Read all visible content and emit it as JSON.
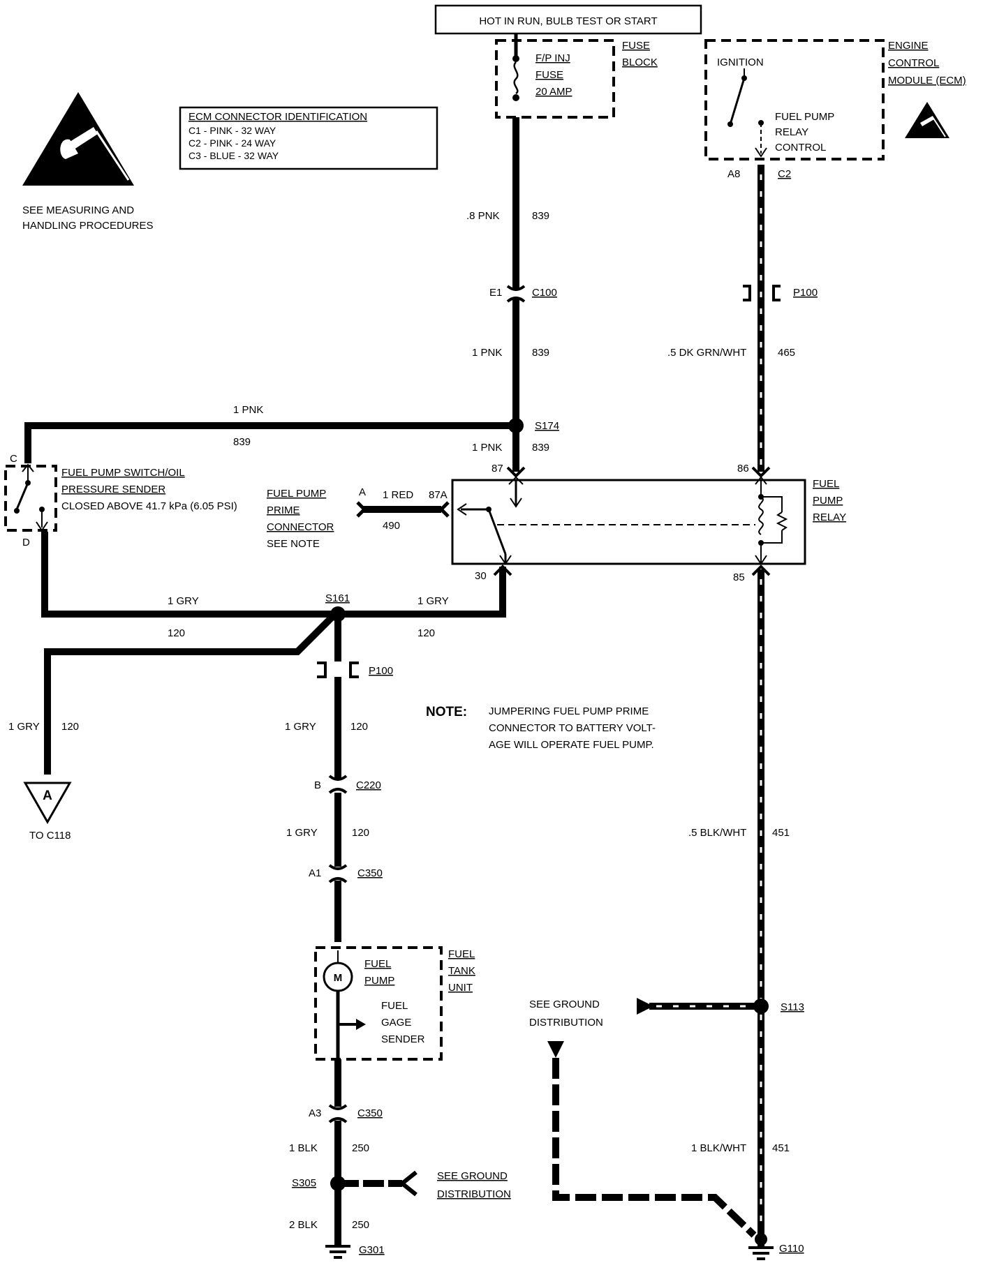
{
  "header": {
    "power_label": "HOT IN RUN, BULB TEST OR START"
  },
  "fuse_block": {
    "fuse_name_1": "F/P INJ",
    "fuse_name_2": "FUSE",
    "fuse_rating": "20 AMP",
    "block_label_1": "FUSE",
    "block_label_2": "BLOCK"
  },
  "ecm": {
    "label_1": "ENGINE",
    "label_2": "CONTROL",
    "label_3": "MODULE (ECM)",
    "ignition": "IGNITION",
    "relay_ctrl_1": "FUEL PUMP",
    "relay_ctrl_2": "RELAY",
    "relay_ctrl_3": "CONTROL",
    "pin": "A8",
    "connector": "C2"
  },
  "ecm_connector_id": {
    "title": "ECM CONNECTOR IDENTIFICATION",
    "rows": [
      "C1 - PINK - 32 WAY",
      "C2 - PINK - 24 WAY",
      "C3 - BLUE - 32 WAY"
    ]
  },
  "esd_note": {
    "line_1": "SEE MEASURING AND",
    "line_2": "HANDLING PROCEDURES"
  },
  "wires": {
    "w_839_a_gauge": ".8 PNK",
    "w_839_a_circ": "839",
    "c100_pin": "E1",
    "c100": "C100",
    "w_839_b_gauge": "1 PNK",
    "w_839_b_circ": "839",
    "w_839_c_gauge": "1 PNK",
    "w_839_c_circ": "839",
    "s174": "S174",
    "w_839_d_gauge": "1 PNK",
    "w_839_d_circ": "839",
    "p100_top": "P100",
    "w_465_gauge": ".5 DK GRN/WHT",
    "w_465_circ": "465",
    "w_490_gauge": "1 RED",
    "w_490_circ": "490",
    "prime_pin": "A",
    "w_120_a_gauge": "1 GRY",
    "w_120_a_circ": "120",
    "w_120_b_gauge": "1 GRY",
    "w_120_b_circ": "120",
    "s161": "S161",
    "p100_mid": "P100",
    "w_120_c_gauge": "1 GRY",
    "w_120_c_circ": "120",
    "w_120_d_gauge": "1 GRY",
    "w_120_d_circ": "120",
    "c220_pin": "B",
    "c220": "C220",
    "w_120_e_gauge": "1 GRY",
    "w_120_e_circ": "120",
    "c350_pin_a1": "A1",
    "c350_a": "C350",
    "c350_pin_a3": "A3",
    "c350_b": "C350",
    "w_250_a_gauge": "1 BLK",
    "w_250_a_circ": "250",
    "s305": "S305",
    "w_250_b_gauge": "2 BLK",
    "w_250_b_circ": "250",
    "g301": "G301",
    "w_451_a_gauge": ".5 BLK/WHT",
    "w_451_a_circ": "451",
    "s113": "S113",
    "w_451_b_gauge": "1 BLK/WHT",
    "w_451_b_circ": "451",
    "g110": "G110"
  },
  "oil_switch": {
    "pin_c": "C",
    "pin_d": "D",
    "line_1": "FUEL PUMP SWITCH/OIL",
    "line_2": "PRESSURE SENDER",
    "line_3": "CLOSED ABOVE 41.7 kPa (6.05 PSI)"
  },
  "prime_connector": {
    "line_1": "FUEL PUMP",
    "line_2": "PRIME",
    "line_3": "CONNECTOR",
    "line_4": "SEE NOTE"
  },
  "relay": {
    "label_1": "FUEL",
    "label_2": "PUMP",
    "label_3": "RELAY",
    "pin_87": "87",
    "pin_87a": "87A",
    "pin_30": "30",
    "pin_86": "86",
    "pin_85": "85"
  },
  "offpage": {
    "letter": "A",
    "to": "TO C118"
  },
  "note": {
    "title": "NOTE:",
    "line_1": "JUMPERING FUEL PUMP PRIME",
    "line_2": "CONNECTOR TO BATTERY VOLT-",
    "line_3": "AGE WILL OPERATE FUEL PUMP."
  },
  "fuel_tank": {
    "label_1": "FUEL",
    "label_2": "TANK",
    "label_3": "UNIT",
    "motor": "M",
    "pump_1": "FUEL",
    "pump_2": "PUMP",
    "gage_1": "FUEL",
    "gage_2": "GAGE",
    "gage_3": "SENDER"
  },
  "ground_dist_1": {
    "line_1": "SEE GROUND",
    "line_2": "DISTRIBUTION"
  },
  "ground_dist_2": {
    "line_1": "SEE GROUND",
    "line_2": "DISTRIBUTION"
  }
}
